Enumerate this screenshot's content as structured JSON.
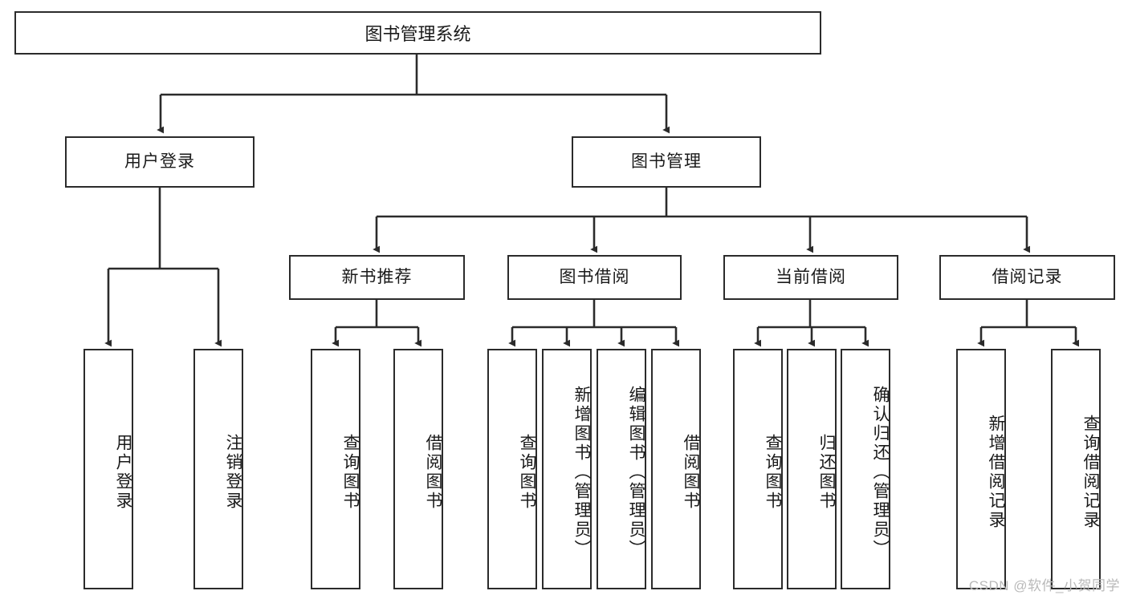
{
  "diagram": {
    "title": "图书管理系统",
    "watermark": "CSDN @软件_小贺同学",
    "colors": {
      "box_border": "#2b2b2b",
      "box_fill": "#ffffff",
      "edge": "#2b2b2b",
      "text": "#1a1a1a",
      "watermark": "#b9b9b9"
    },
    "root": {
      "label": "图书管理系统"
    },
    "level2": [
      {
        "label": "用户登录"
      },
      {
        "label": "图书管理"
      }
    ],
    "level3": [
      {
        "label": "新书推荐"
      },
      {
        "label": "图书借阅"
      },
      {
        "label": "当前借阅"
      },
      {
        "label": "借阅记录"
      }
    ],
    "leaves": {
      "user_login": [
        {
          "label": "用户登录"
        },
        {
          "label": "注销登录"
        }
      ],
      "new_book_recommend": [
        {
          "label": "查询图书"
        },
        {
          "label": "借阅图书"
        }
      ],
      "book_borrow": [
        {
          "label": "查询图书"
        },
        {
          "label": "新增图书（管理员）"
        },
        {
          "label": "编辑图书（管理员）"
        },
        {
          "label": "借阅图书"
        }
      ],
      "current_borrow": [
        {
          "label": "查询图书"
        },
        {
          "label": "归还图书"
        },
        {
          "label": "确认归还（管理员）"
        }
      ],
      "borrow_record": [
        {
          "label": "新增借阅记录"
        },
        {
          "label": "查询借阅记录"
        }
      ]
    }
  }
}
